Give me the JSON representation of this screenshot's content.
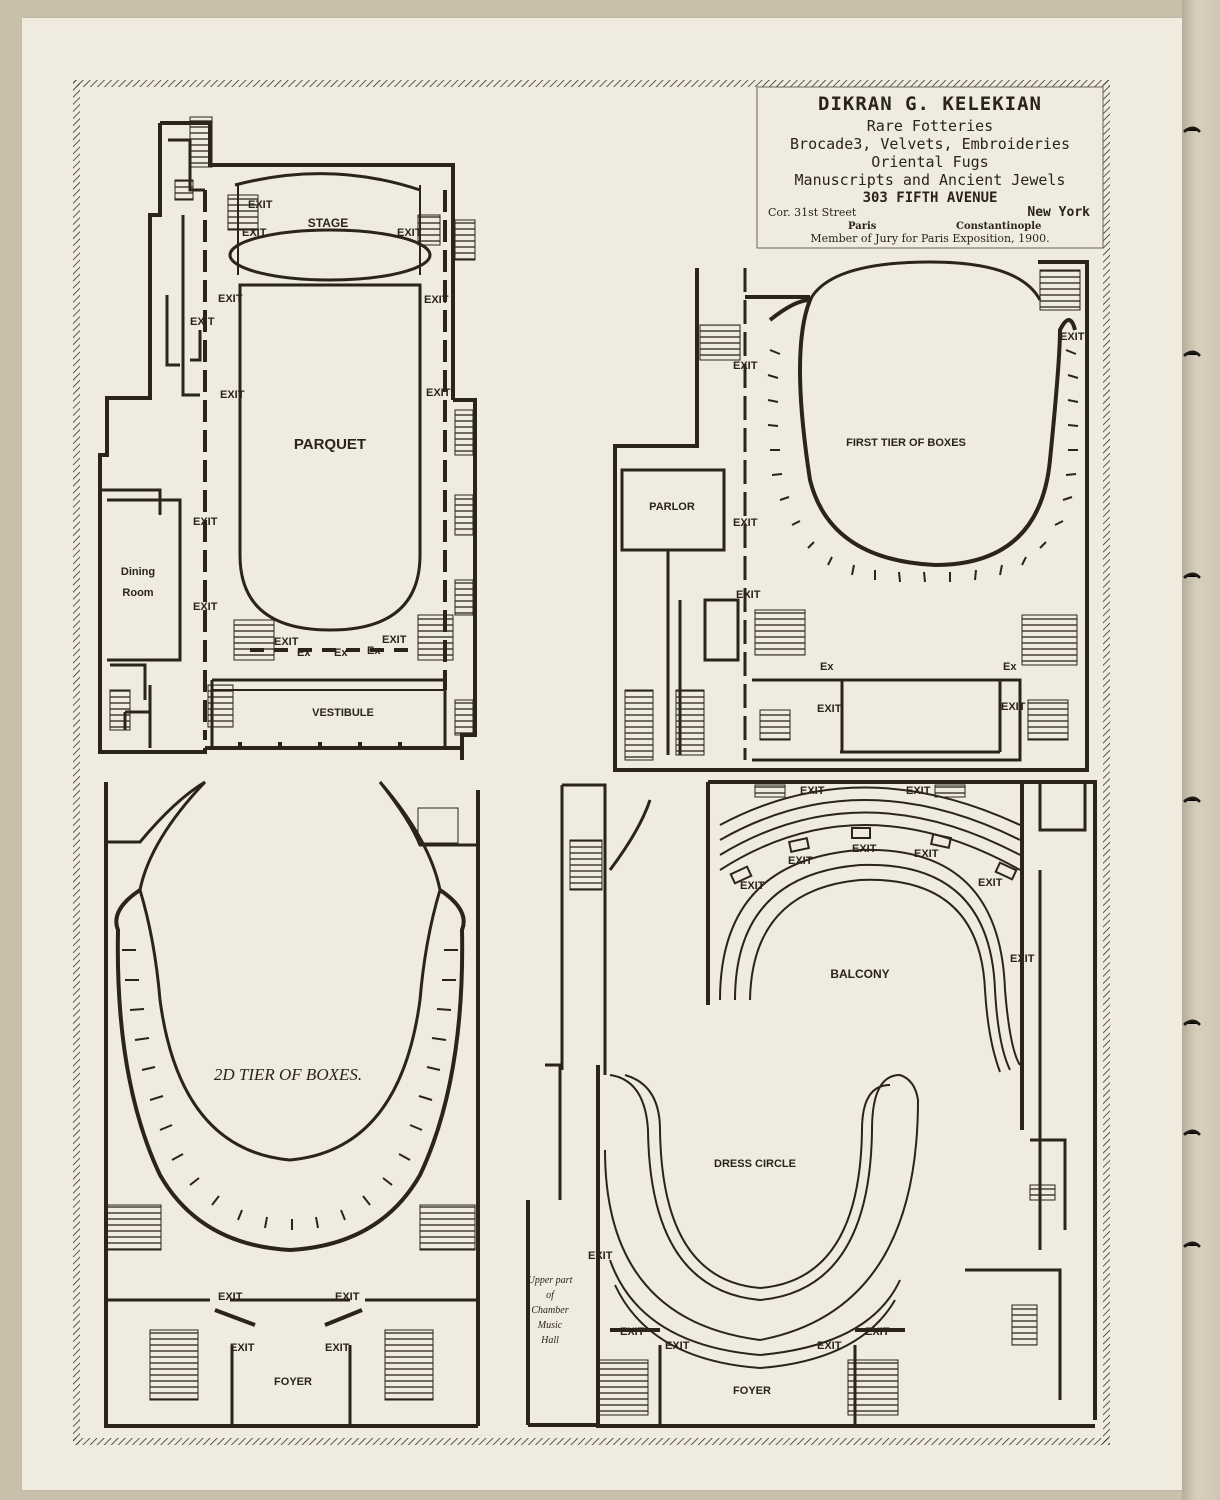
{
  "advertisement": {
    "name": "DIKRAN G. KELEKIAN",
    "line1": "Rare Fotteries",
    "line2": "Brocade3, Velvets, Embroideries",
    "line3": "Oriental Fugs",
    "line4": "Manuscripts and Ancient Jewels",
    "address": "303 FIFTH AVENUE",
    "corner": "Cor. 31st Street",
    "city": "New York",
    "branch1": "Paris",
    "branch2": "Constantinople",
    "note": "Member of Jury for Paris Exposition, 1900."
  },
  "parquet_plan": {
    "stage": "STAGE",
    "parquet": "PARQUET",
    "dining_line1": "Dining",
    "dining_line2": "Room",
    "vestibule": "VESTIBULE",
    "exit": "EXIT",
    "ex": "Ex"
  },
  "first_tier_plan": {
    "title": "FIRST TIER OF BOXES",
    "parlor": "PARLOR",
    "exit": "EXIT",
    "ex": "Ex"
  },
  "second_tier_plan": {
    "title": "2D TIER OF BOXES.",
    "foyer": "FOYER",
    "exit": "EXIT"
  },
  "balcony_plan": {
    "balcony": "BALCONY",
    "dress_circle": "DRESS CIRCLE",
    "foyer": "FOYER",
    "exit": "EXIT",
    "chamber_line1": "Upper part",
    "chamber_line2": "of",
    "chamber_line3": "Chamber",
    "chamber_line4": "Music",
    "chamber_line5": "Hall"
  }
}
